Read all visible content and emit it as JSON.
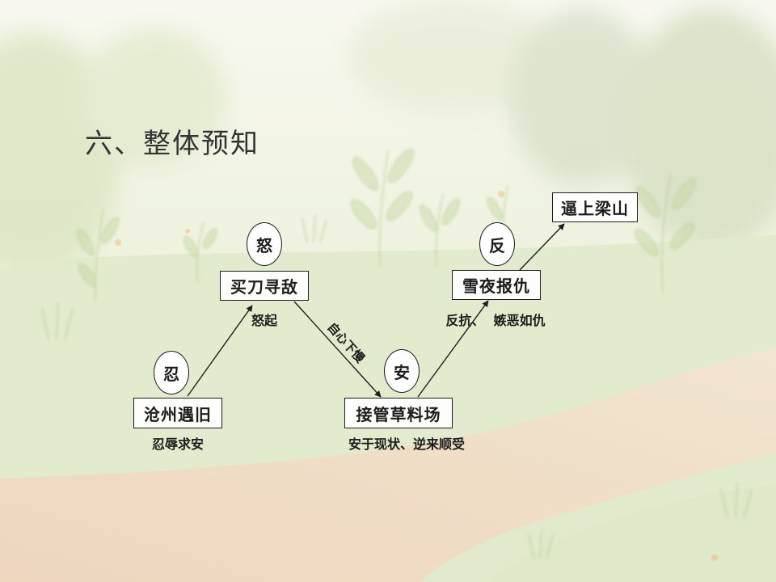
{
  "slide": {
    "title": "六、整体预知"
  },
  "diagram": {
    "stages": [
      {
        "label": "沧州遇旧",
        "note": "忍辱求安",
        "mood": "忍"
      },
      {
        "label": "买刀寻敌",
        "note": "怒起",
        "mood": "怒"
      },
      {
        "label": "接管草料场",
        "note": "安于现状、逆来顺受",
        "mood": "安"
      },
      {
        "label": "雪夜报仇",
        "note": "反抗、  嫉恶如仇",
        "mood": "反"
      },
      {
        "label": "逼上梁山"
      }
    ],
    "edge_label": "自心下慢"
  },
  "colors": {
    "ink": "#1e1e1e",
    "meadow": "#e1eacb",
    "path": "#efdcc4"
  }
}
